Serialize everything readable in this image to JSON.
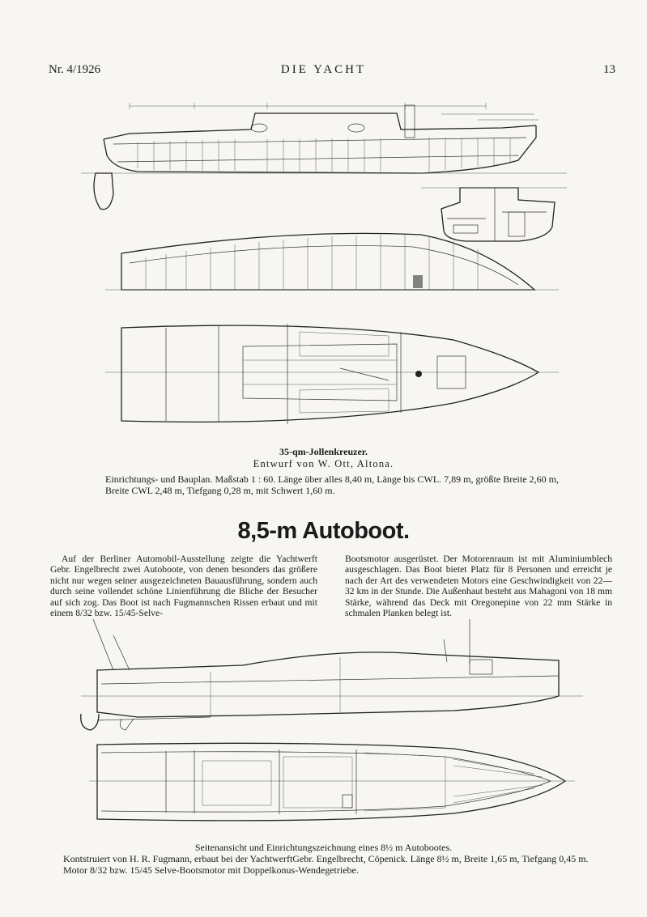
{
  "header": {
    "issue": "Nr. 4/1926",
    "journal": "DIE YACHT",
    "page_number": "13"
  },
  "figure1": {
    "title": "35-qm-Jollenkreuzer.",
    "designer": "Entwurf von W. Ott, Altona.",
    "description": "Einrichtungs- und Bauplan. Maßstab 1 : 60. Länge über alles 8,40 m, Länge bis CWL. 7,89 m, größte Breite 2,60 m, Breite CWL 2,48 m, Tiefgang 0,28 m, mit Schwert 1,60 m."
  },
  "article": {
    "headline": "8,5-m Autoboot.",
    "column_left": "Auf der Berliner Automobil-Ausstellung zeigte die Yachtwerft Gebr. Engelbrecht zwei Autoboote, von denen besonders das größere nicht nur wegen seiner ausgezeichneten Bauausführung, sondern auch durch seine vollendet schöne Linienführung die Bliche der Besucher auf sich zog. Das Boot ist nach Fugmannschen Rissen erbaut und mit einem 8/32 bzw. 15/45-Selve-",
    "column_right": "Bootsmotor ausgerüstet. Der Motorenraum ist mit Aluminiumblech ausgeschlagen. Das Boot bietet Platz für 8 Personen und erreicht je nach der Art des verwendeten Motors eine Geschwindigkeit von 22—32 km in der Stunde. Die Außenhaut besteht aus Mahagoni von 18 mm Stärke, während das Deck mit Oregonepine von 22 mm Stärke in schmalen Planken belegt ist."
  },
  "figure2": {
    "caption": "Seitenansicht und Einrichtungszeichnung eines 8½ m Autobootes.",
    "description": "Kontstruiert von H. R. Fugmann, erbaut bei der YachtwerftGebr. Engelbrecht, Cöpenick. Länge 8½ m, Breite 1,65 m, Tiefgang 0,45 m. Motor 8/32 bzw. 15/45 Selve-Bootsmotor mit Doppelkonus-Wendegetriebe."
  }
}
